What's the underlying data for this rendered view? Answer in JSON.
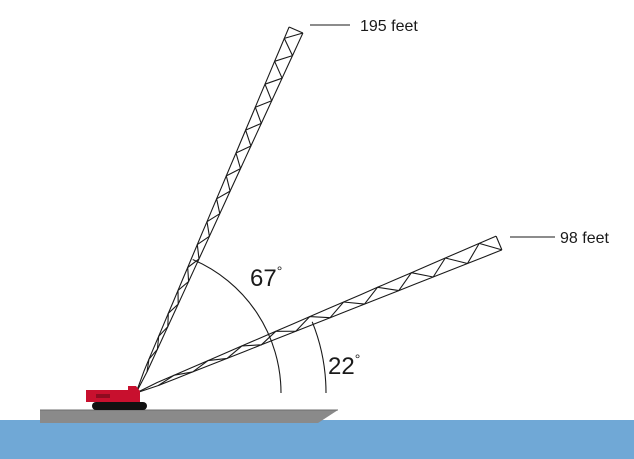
{
  "water": {
    "color": "#70a8d6"
  },
  "barge": {
    "deck_color": "#8a8a8a",
    "hull_color": "#7a7a7a"
  },
  "crane": {
    "body_color": "#c8102e",
    "track_color": "#111111"
  },
  "booms": [
    {
      "id": "long",
      "length_label": "195 feet",
      "angle_label": "67",
      "angle_deg": 67
    },
    {
      "id": "short",
      "length_label": "98 feet",
      "angle_label": "22",
      "angle_deg": 22
    }
  ],
  "degree_symbol": "°"
}
